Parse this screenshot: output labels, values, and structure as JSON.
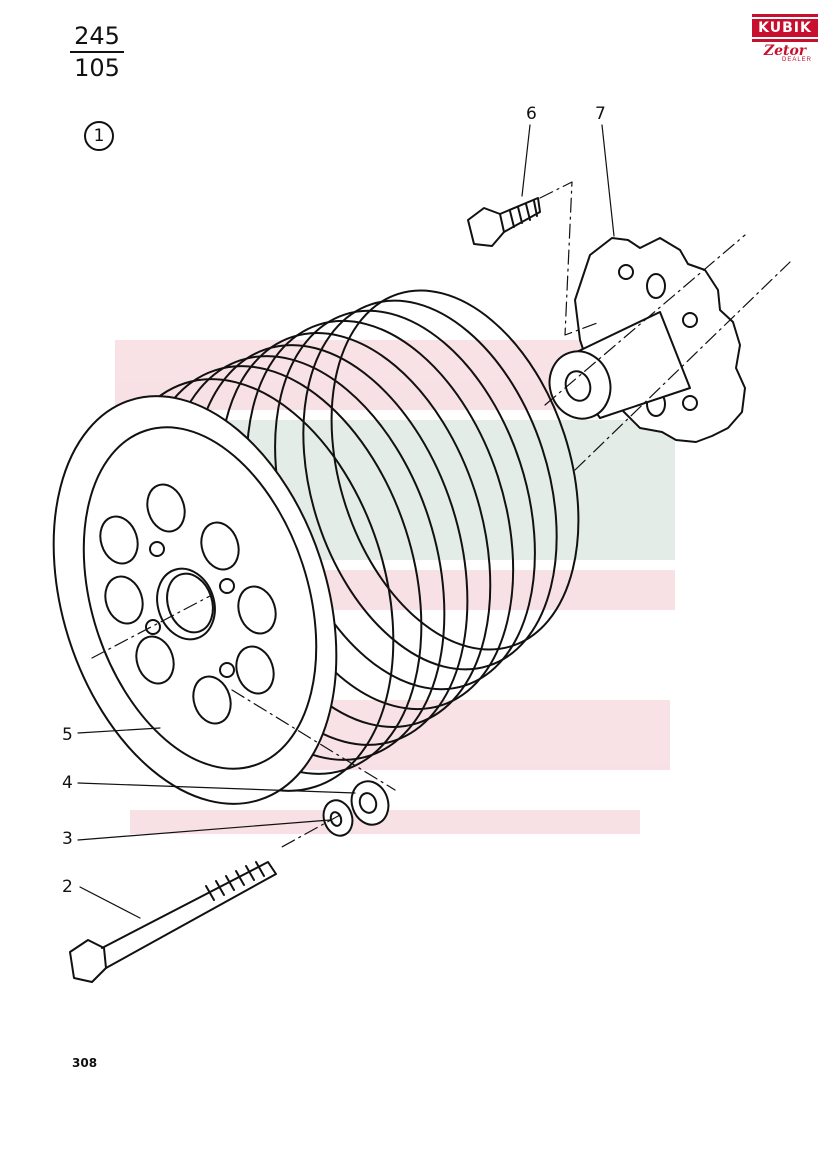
{
  "header": {
    "fraction_top": "245",
    "fraction_bottom": "105",
    "view_number": "1"
  },
  "logo": {
    "brand": "KUBIK",
    "sub_brand": "Zetor",
    "tagline": "DEALER"
  },
  "callouts": [
    "2",
    "3",
    "4",
    "5",
    "6",
    "7"
  ],
  "page_number": "308",
  "colors": {
    "line": "#111111",
    "logo_red": "#c8102e",
    "watermark_red": "#e9a0a8",
    "watermark_green": "#9fb8a8"
  }
}
